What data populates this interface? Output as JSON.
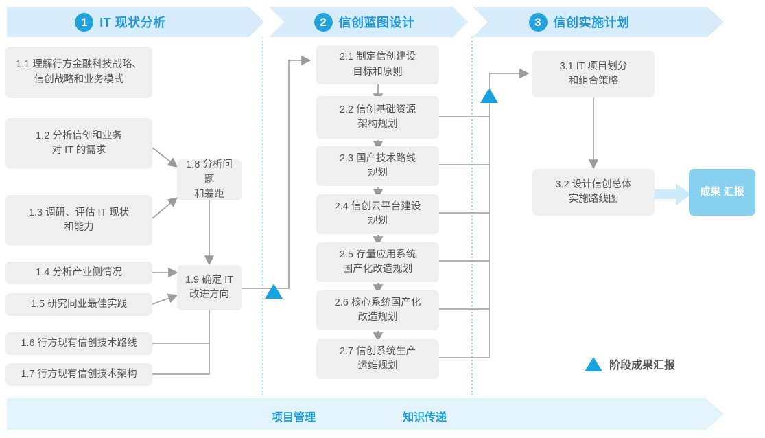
{
  "header": {
    "phases": [
      {
        "num": "1",
        "title": "IT 现状分析"
      },
      {
        "num": "2",
        "title": "信创蓝图设计"
      },
      {
        "num": "3",
        "title": "信创实施计划"
      }
    ]
  },
  "phase1": {
    "tasks": [
      {
        "id": "1.1",
        "line1": "1.1 理解行方金融科技战略、",
        "line2": "信创战略和业务模式"
      },
      {
        "id": "1.2",
        "line1": "1.2 分析信创和业务",
        "line2": "对 IT 的需求"
      },
      {
        "id": "1.3",
        "line1": "1.3 调研、评估 IT 现状",
        "line2": "和能力"
      },
      {
        "id": "1.4",
        "line1": "1.4 分析产业侧情况",
        "line2": ""
      },
      {
        "id": "1.5",
        "line1": "1.5 研究同业最佳实践",
        "line2": ""
      },
      {
        "id": "1.6",
        "line1": "1.6 行方现有信创技术路线",
        "line2": ""
      },
      {
        "id": "1.7",
        "line1": "1.7 行方现有信创技术架构",
        "line2": ""
      },
      {
        "id": "1.8",
        "line1": "1.8 分析问题",
        "line2": "和差距"
      },
      {
        "id": "1.9",
        "line1": "1.9 确定 IT",
        "line2": "改进方向"
      }
    ]
  },
  "phase2": {
    "tasks": [
      {
        "id": "2.1",
        "line1": "2.1 制定信创建设",
        "line2": "目标和原则"
      },
      {
        "id": "2.2",
        "line1": "2.2 信创基础资源",
        "line2": "架构规划"
      },
      {
        "id": "2.3",
        "line1": "2.3 国产技术路线",
        "line2": "规划"
      },
      {
        "id": "2.4",
        "line1": "2.4 信创云平台建设",
        "line2": "规划"
      },
      {
        "id": "2.5",
        "line1": "2.5 存量应用系统",
        "line2": "国产化改造规划"
      },
      {
        "id": "2.6",
        "line1": "2.6 核心系统国产化",
        "line2": "改造规划"
      },
      {
        "id": "2.7",
        "line1": "2.7 信创系统生产",
        "line2": "运维规划"
      }
    ]
  },
  "phase3": {
    "tasks": [
      {
        "id": "3.1",
        "line1": "3.1 IT 项目划分",
        "line2": "和组合策略"
      },
      {
        "id": "3.2",
        "line1": "3.2 设计信创总体",
        "line2": "实施路线图"
      }
    ],
    "result": {
      "line1": "成果",
      "line2": "汇报"
    }
  },
  "legend": {
    "label": "阶段成果汇报",
    "marker": "triangle-marker"
  },
  "footer": {
    "labels": [
      "项目管理",
      "知识传递"
    ]
  },
  "colors": {
    "accent": "#17a2e0",
    "header_band": "#d6ecfa",
    "footer_band": "#e3f3fc",
    "node_bg": "#efefef",
    "result_bg": "#87d0f0",
    "title_blue": "#2196d8",
    "connector": "#9a9a9a",
    "divider": "#7ecdf0"
  }
}
